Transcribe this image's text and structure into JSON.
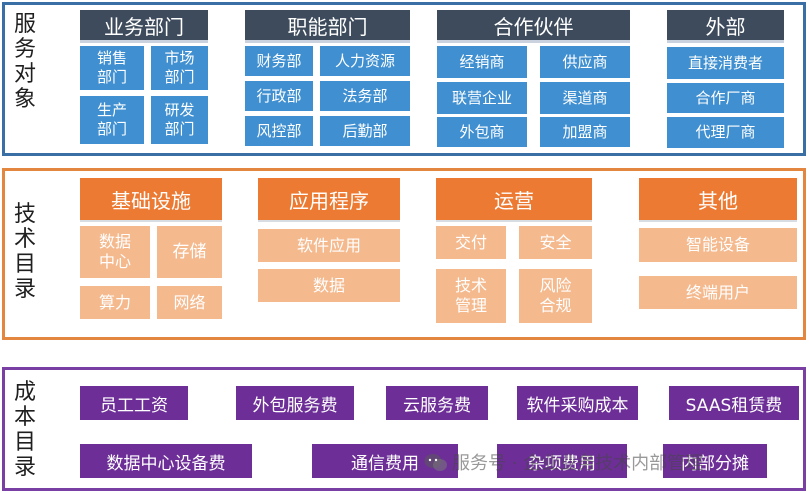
{
  "colors": {
    "service_border": "#3a6fa5",
    "tech_border": "#e3863f",
    "cost_border": "#7a3fa3",
    "dark_header": "#3d4b5c",
    "blue_cell": "#3f8fd1",
    "orange_header": "#ec7a32",
    "peach_cell": "#f5b98e",
    "purple_cell": "#6d2f97"
  },
  "service": {
    "label": "服务对象",
    "groups": [
      {
        "title": "业务部门",
        "items": [
          "销售\n部门",
          "市场\n部门",
          "生产\n部门",
          "研发\n部门"
        ]
      },
      {
        "title": "职能部门",
        "items": [
          "财务部",
          "人力资源",
          "行政部",
          "法务部",
          "风控部",
          "后勤部"
        ]
      },
      {
        "title": "合作伙伴",
        "items": [
          "经销商",
          "供应商",
          "联营企业",
          "渠道商",
          "外包商",
          "加盟商"
        ]
      },
      {
        "title": "外部",
        "items": [
          "直接消费者",
          "合作厂商",
          "代理厂商"
        ]
      }
    ]
  },
  "tech": {
    "label": "技术目录",
    "groups": [
      {
        "title": "基础设施",
        "items": [
          "数据\n中心",
          "存储",
          "算力",
          "网络"
        ]
      },
      {
        "title": "应用程序",
        "items": [
          "软件应用",
          "数据"
        ]
      },
      {
        "title": "运营",
        "items": [
          "交付",
          "安全",
          "技术\n管理",
          "风险\n合规"
        ]
      },
      {
        "title": "其他",
        "items": [
          "智能设备",
          "终端用户"
        ]
      }
    ]
  },
  "cost": {
    "label": "成本目录",
    "items": [
      "员工工资",
      "外包服务费",
      "云服务费",
      "软件采购成本",
      "SAAS租赁费",
      "数据中心设备费",
      "通信费用",
      "杂项费用",
      "内部分摊"
    ]
  },
  "watermark": {
    "text": "服务号 · 企业业务技术内部管理",
    "icon": "wechat-icon"
  }
}
